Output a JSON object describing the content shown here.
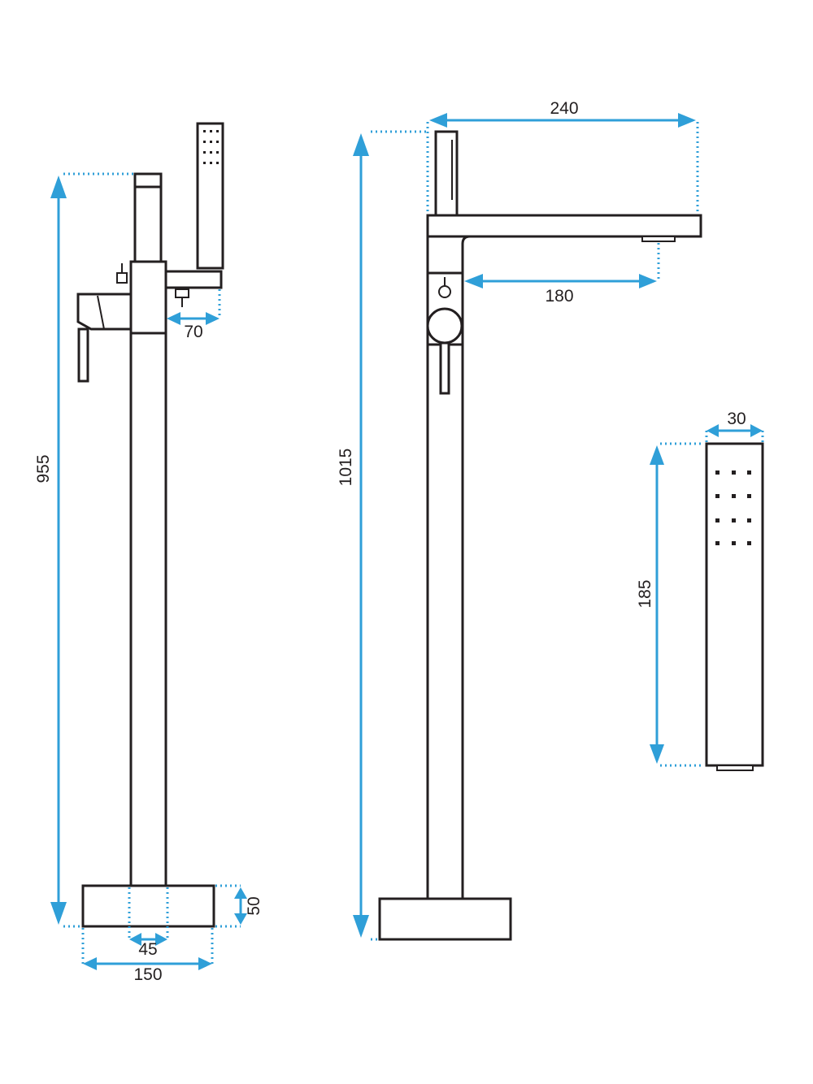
{
  "colors": {
    "outline": "#231f20",
    "dimension": "#2f9fd8",
    "background": "#ffffff"
  },
  "side_view": {
    "height_label": "955",
    "spout_projection_label": "70",
    "base_height_label": "50",
    "pipe_width_label": "45",
    "base_width_label": "150"
  },
  "front_view": {
    "height_label": "1015",
    "total_reach_label": "240",
    "spout_reach_label": "180"
  },
  "hand_shower": {
    "width_label": "30",
    "length_label": "185"
  }
}
